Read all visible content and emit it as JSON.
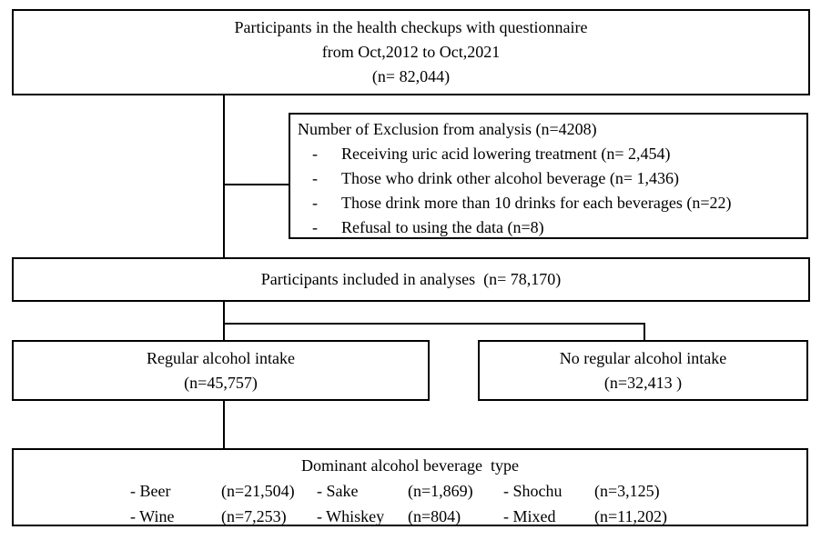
{
  "flow": {
    "top_box": {
      "line1": "Participants in the health checkups with questionnaire",
      "line2": "from Oct,2012 to Oct,2021",
      "line3": "(n= 82,044)"
    },
    "exclusion_box": {
      "title": "Number of Exclusion from analysis (n=4208)",
      "dash": "-",
      "items": [
        "Receiving uric acid lowering treatment (n= 2,454)",
        "Those who drink other alcohol beverage (n= 1,436)",
        "Those drink more than 10 drinks for each beverages (n=22)",
        "Refusal to using the data (n=8)"
      ]
    },
    "included_box": {
      "text": "Participants included in analyses  (n= 78,170)"
    },
    "regular_box": {
      "line1": "Regular alcohol intake",
      "line2": "(n=45,757)"
    },
    "no_regular_box": {
      "line1": "No regular alcohol intake",
      "line2": "(n=32,413 )"
    },
    "dominant_box": {
      "title": "Dominant alcohol beverage  type",
      "rows": [
        [
          {
            "label": "- Beer",
            "n": "(n=21,504)"
          },
          {
            "label": "- Sake",
            "n": "(n=1,869)"
          },
          {
            "label": "- Shochu",
            "n": "(n=3,125)"
          }
        ],
        [
          {
            "label": "- Wine",
            "n": "(n=7,253)"
          },
          {
            "label": "- Whiskey",
            "n": "(n=804)"
          },
          {
            "label": "- Mixed",
            "n": "(n=11,202)"
          }
        ]
      ]
    },
    "colors": {
      "border": "#000000",
      "background": "#ffffff",
      "text": "#000000"
    }
  }
}
